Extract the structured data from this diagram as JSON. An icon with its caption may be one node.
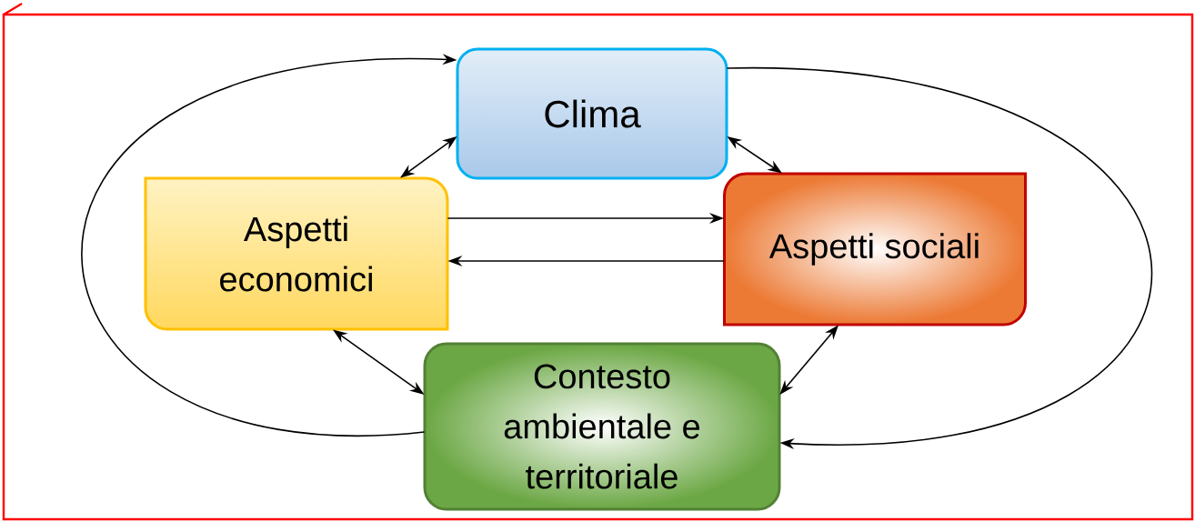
{
  "diagram": {
    "nodes": [
      {
        "text": [
          "Clima"
        ]
      },
      {
        "text": [
          "Aspetti economici"
        ]
      },
      {
        "text": [
          "Aspetti sociali"
        ]
      },
      {
        "text": [
          "Contesto ambientale e territoriale"
        ]
      }
    ],
    "edges": [
      {
        "from": 0,
        "to": 1,
        "arrow": "both"
      },
      {
        "from": 0,
        "to": 2,
        "arrow": "both"
      },
      {
        "from": 1,
        "to": 2,
        "arrow": "to"
      },
      {
        "from": 2,
        "to": 1,
        "arrow": "to"
      },
      {
        "from": 1,
        "to": 3,
        "arrow": "both"
      },
      {
        "from": 2,
        "to": 3,
        "arrow": "both"
      },
      {
        "from": 3,
        "to": 0,
        "arrow": "to"
      },
      {
        "from": 0,
        "to": 3,
        "arrow": "to"
      }
    ]
  }
}
